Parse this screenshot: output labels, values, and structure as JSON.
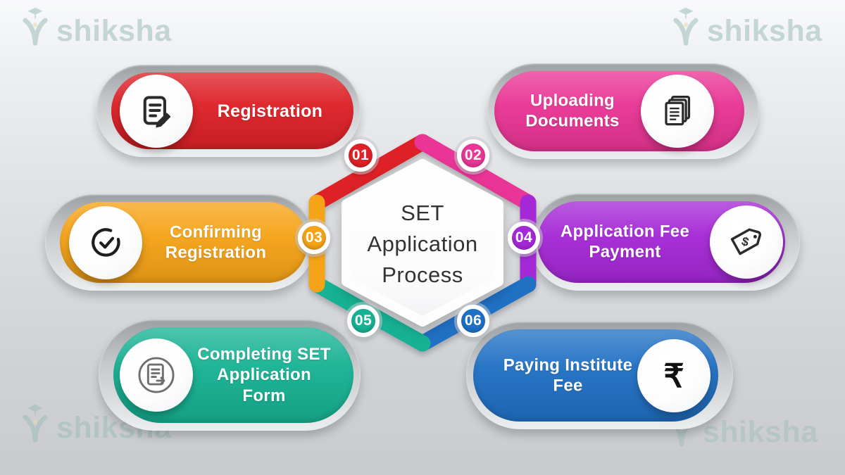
{
  "watermark": {
    "brand": "shiksha",
    "color": "#9dbdba"
  },
  "center": {
    "title_lines": [
      "SET",
      "Application",
      "Process"
    ]
  },
  "steps": [
    {
      "num": "01",
      "label": "Registration",
      "color": "#dd2127",
      "icon": "registration-form"
    },
    {
      "num": "02",
      "label": "Uploading\nDocuments",
      "color": "#e93595",
      "icon": "documents-stack"
    },
    {
      "num": "03",
      "label": "Confirming\nRegistration",
      "color": "#f5a317",
      "icon": "check-circle"
    },
    {
      "num": "04",
      "label": "Application Fee\nPayment",
      "color": "#a528d6",
      "icon": "price-tag",
      "symbol": "$"
    },
    {
      "num": "05",
      "label": "Completing SET\nApplication\nForm",
      "color": "#17b294",
      "icon": "form-document"
    },
    {
      "num": "06",
      "label": "Paying Institute\nFee",
      "color": "#2070c4",
      "icon": "rupee",
      "symbol": "₹"
    }
  ]
}
